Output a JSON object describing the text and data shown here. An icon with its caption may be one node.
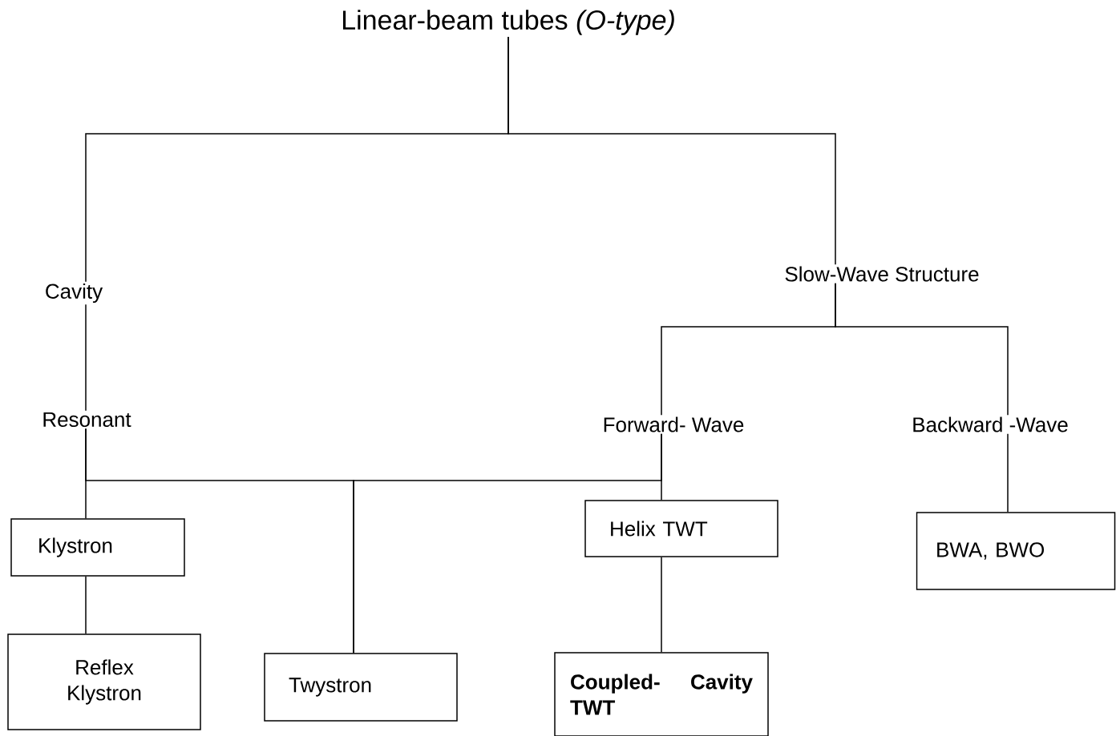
{
  "diagram": {
    "nodes": [
      {
        "text": [
          "Linear-beam tubes *(O-type)*"
        ]
      },
      {
        "text": [
          "Cavity"
        ]
      },
      {
        "text": [
          "Slow-Wave Structure"
        ]
      },
      {
        "text": [
          "Resonant"
        ]
      },
      {
        "text": [
          "Forward- Wave"
        ]
      },
      {
        "text": [
          "Backward -Wave"
        ]
      },
      {
        "text": [
          "Klystron"
        ]
      },
      {
        "text": [
          "Twystron"
        ]
      },
      {
        "text": [
          "Helix TWT"
        ]
      },
      {
        "text": [
          "BWA, BWO"
        ]
      },
      {
        "text": [
          "Reflex Klystron"
        ]
      },
      {
        "text": [
          "Coupled- Cavity TWT"
        ]
      }
    ],
    "edges": [
      {
        "from": 0,
        "to": 1,
        "arrow": "none"
      },
      {
        "from": 0,
        "to": 2,
        "arrow": "none"
      },
      {
        "from": 1,
        "to": 3,
        "arrow": "none"
      },
      {
        "from": 2,
        "to": 4,
        "arrow": "none"
      },
      {
        "from": 2,
        "to": 5,
        "arrow": "none"
      },
      {
        "from": 3,
        "to": 6,
        "arrow": "none"
      },
      {
        "from": 3,
        "to": 7,
        "arrow": "none"
      },
      {
        "from": 4,
        "to": 7,
        "arrow": "none"
      },
      {
        "from": 4,
        "to": 8,
        "arrow": "none"
      },
      {
        "from": 5,
        "to": 9,
        "arrow": "none"
      },
      {
        "from": 6,
        "to": 10,
        "arrow": "none"
      },
      {
        "from": 8,
        "to": 11,
        "arrow": "none"
      }
    ]
  }
}
